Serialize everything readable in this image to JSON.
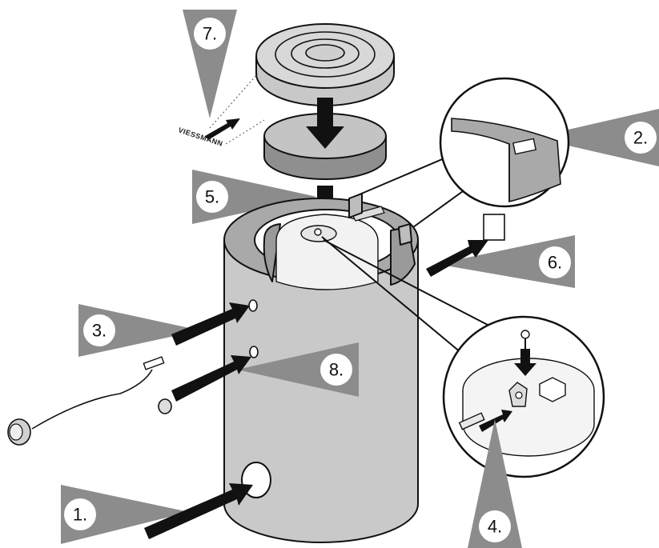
{
  "steps": [
    "1.",
    "2.",
    "3.",
    "4.",
    "5.",
    "6.",
    "7.",
    "8."
  ],
  "brand_label": "VIESSMANN",
  "colors": {
    "callout": "#8c8c8c",
    "badge": "#ffffff",
    "tank": "#c9c9c9",
    "tank_dark": "#a9a9a9",
    "lid": "#d4d4d4",
    "insulation": "#9a9a9a",
    "arrow": "#111111",
    "outline": "#111111"
  },
  "icons": [
    "down-arrow-icon",
    "insert-arrow-icon",
    "screw-icon",
    "sensor-icon"
  ]
}
